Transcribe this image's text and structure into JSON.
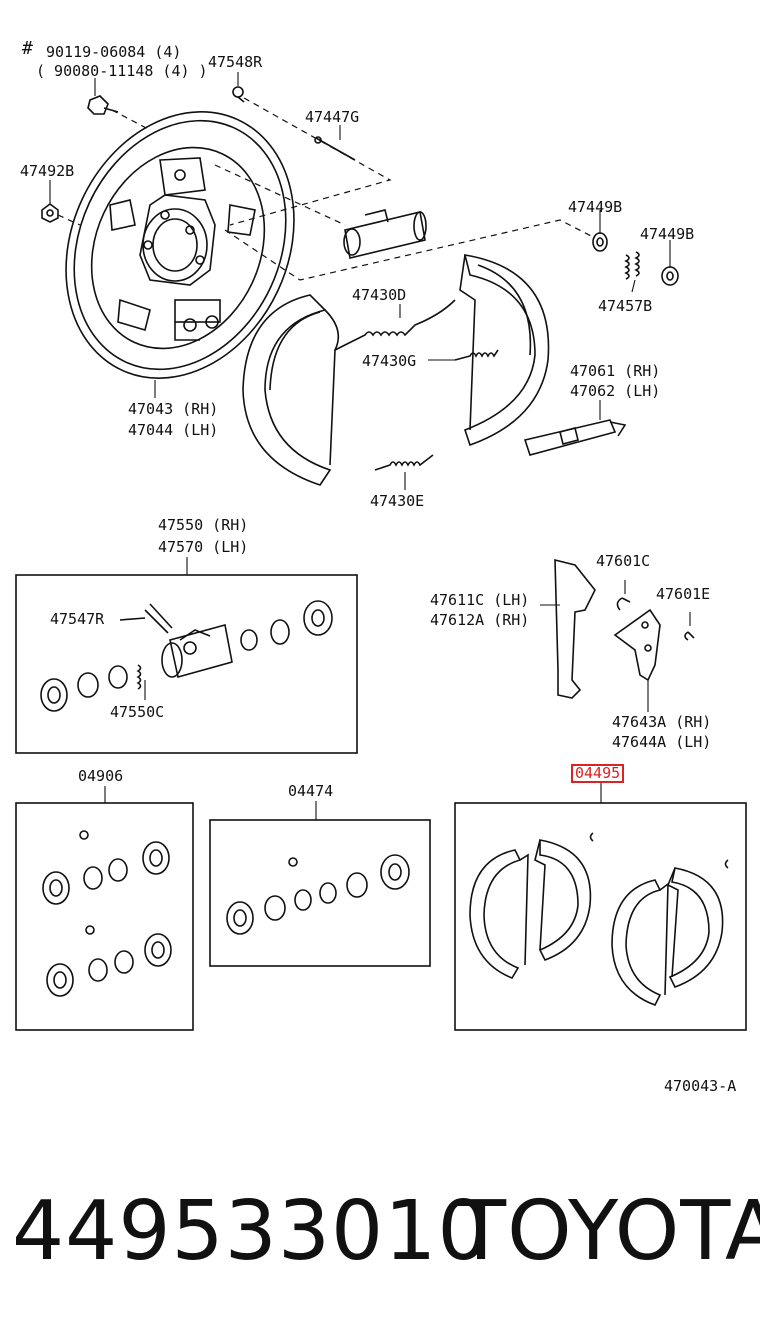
{
  "labels": {
    "hash": "#",
    "p9011906084": "90119-06084 (4)",
    "p9008011148": "( 90080-11148 (4) )",
    "p47548R": "47548R",
    "p47447G": "47447G",
    "p47492B": "47492B",
    "p47449B_1": "47449B",
    "p47449B_2": "47449B",
    "p47457B": "47457B",
    "p47430D": "47430D",
    "p47430G": "47430G",
    "p47061": "47061 (RH)",
    "p47062": "47062 (LH)",
    "p47043": "47043 (RH)",
    "p47044": "47044 (LH)",
    "p47430E": "47430E",
    "p47550": "47550 (RH)",
    "p47570": "47570 (LH)",
    "p47547R": "47547R",
    "p47550C": "47550C",
    "p47601C": "47601C",
    "p47611C": "47611C (LH)",
    "p47612A": "47612A (RH)",
    "p47601E": "47601E",
    "p47643A": "47643A (RH)",
    "p47644A": "47644A (LH)",
    "p04906": "04906",
    "p04474": "04474",
    "p04495": "04495",
    "ref": "470043-A"
  },
  "footer": {
    "part_number": "449533010",
    "brand": "TOYOTA"
  },
  "colors": {
    "line": "#111111",
    "highlight": "#d22222",
    "background": "#ffffff"
  }
}
